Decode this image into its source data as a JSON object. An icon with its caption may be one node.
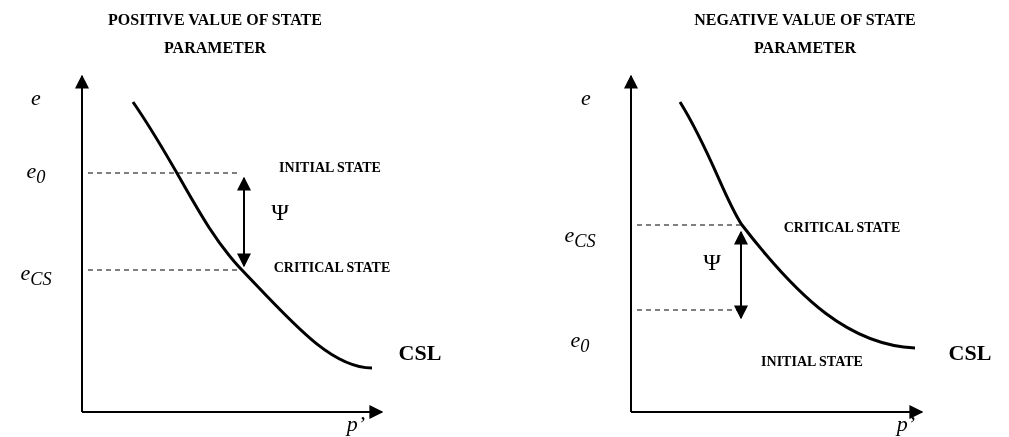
{
  "diagram": {
    "labels": [
      "POSITIVE VALUE OF STATE PARAMETER",
      "e",
      "e$_{0}$",
      "INITIAL STATE",
      "Ψ",
      "e$_{CS}$",
      "CRITICAL STATE",
      "CSL",
      "p’",
      "NEGATIVE VALUE OF STATE PARAMETER",
      "e",
      "e$_{CS}$",
      "CRITICAL STATE",
      "Ψ",
      "e$_{0}$",
      "INITIAL STATE",
      "CSL",
      "p’"
    ]
  }
}
